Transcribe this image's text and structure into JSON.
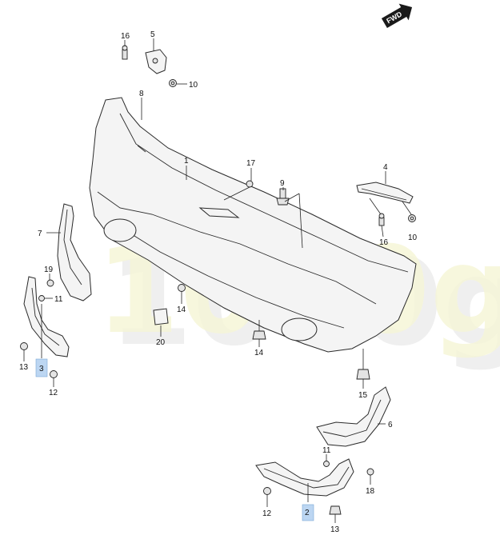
{
  "direction_label": "FWD",
  "watermark_text": "1000g",
  "highlight_color": "#bcd6f2",
  "callouts": {
    "c16_top": "16",
    "c5": "5",
    "c10_top": "10",
    "c8": "8",
    "c1": "1",
    "c17": "17",
    "c9": "9",
    "c4": "4",
    "c16_right": "16",
    "c10_right": "10",
    "c7": "7",
    "c19": "19",
    "c11_left": "11",
    "c14_mid": "14",
    "c20": "20",
    "c14_low": "14",
    "c13_left": "13",
    "c3": "3",
    "c12_left": "12",
    "c15": "15",
    "c6": "6",
    "c11_right": "11",
    "c18": "18",
    "c12_right": "12",
    "c2": "2",
    "c13_right": "13"
  }
}
